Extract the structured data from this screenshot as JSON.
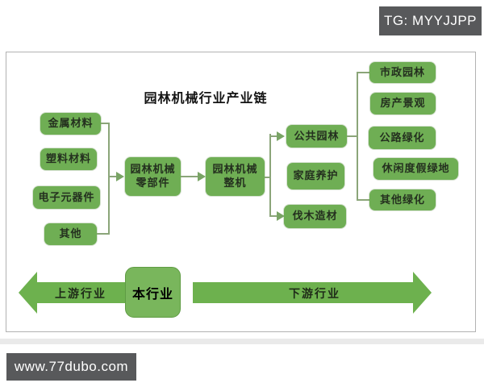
{
  "watermark": {
    "tg": "TG: MYYJJPP",
    "site": "www.77dubo.com"
  },
  "diagram": {
    "title": "园林机械行业产业链",
    "materials": [
      "金属材料",
      "塑料材料",
      "电子元器件",
      "其他"
    ],
    "parts": {
      "line1": "园林机械",
      "line2": "零部件"
    },
    "machine": {
      "line1": "园林机械",
      "line2": "整机"
    },
    "applications": [
      "公共园林",
      "家庭养护",
      "伐木造材"
    ],
    "greening": [
      "市政园林",
      "房产景观",
      "公路绿化",
      "休闲度假绿地",
      "其他绿化"
    ],
    "flow": {
      "upstream": "上游行业",
      "current": "本行业",
      "downstream": "下游行业"
    },
    "colors": {
      "box_green": "#6fae54",
      "arrow_green": "#6db14e",
      "connector_line": "#8ba579",
      "badge_gray": "#58595b",
      "center_box_green": "#79b65c"
    }
  }
}
